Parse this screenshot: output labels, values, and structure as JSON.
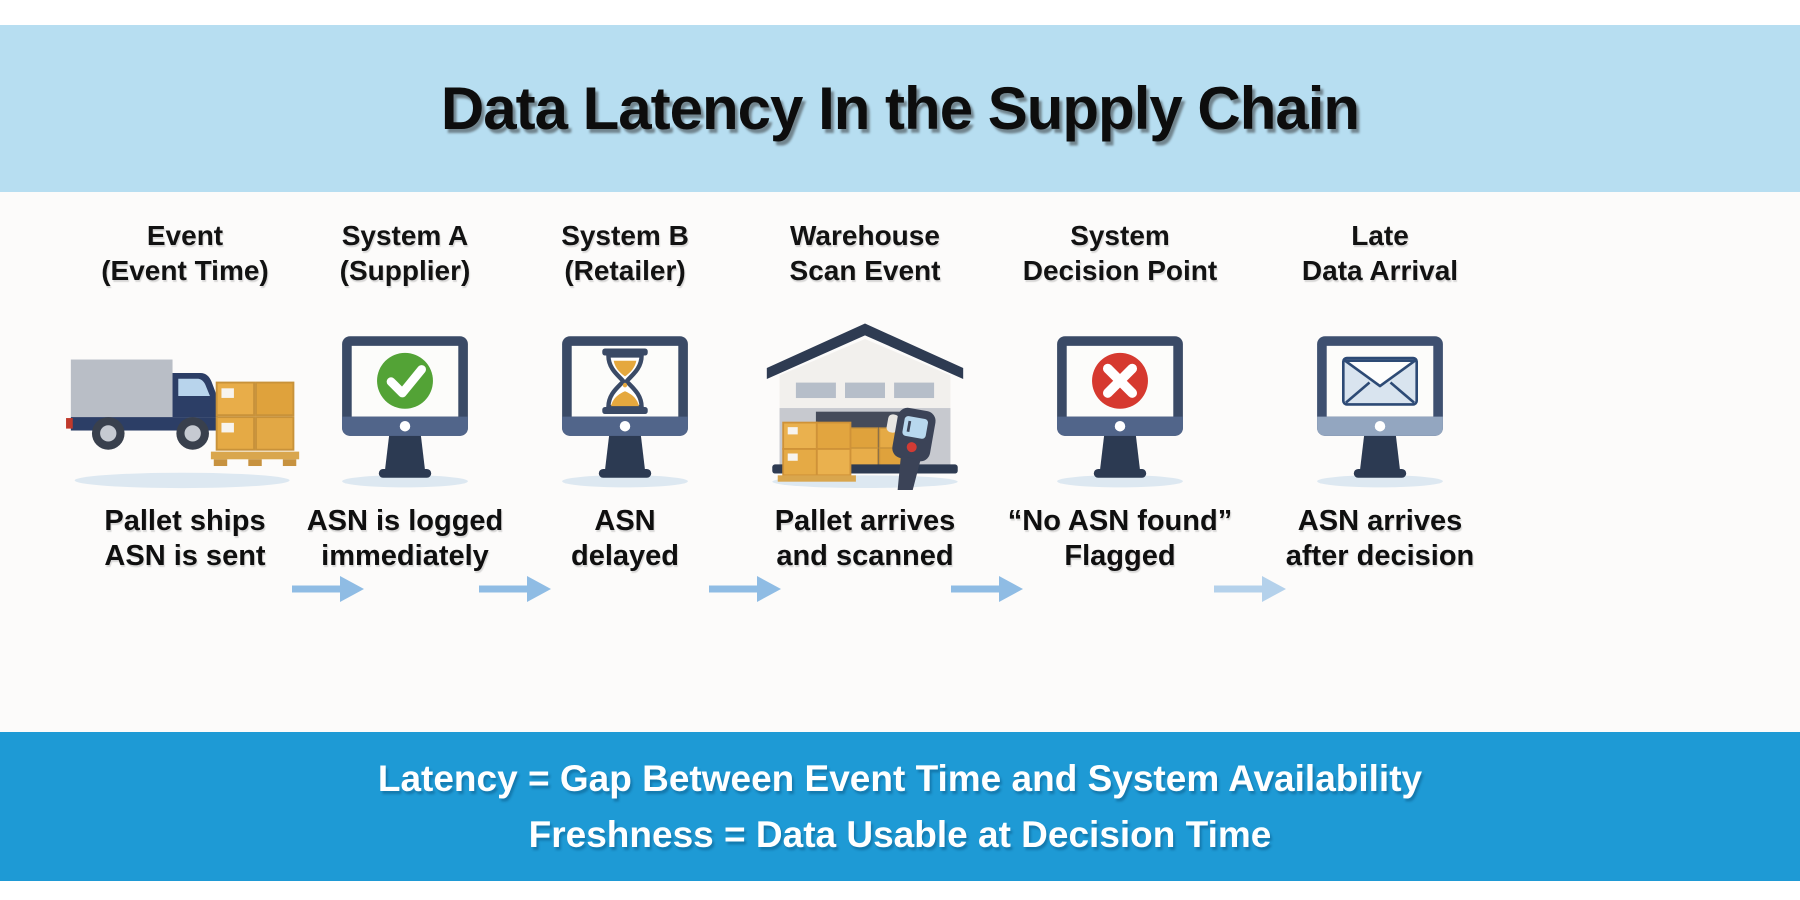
{
  "title": "Data Latency In the Supply Chain",
  "stages": [
    {
      "icon": "truck-pallet-icon",
      "header_line1": "Event",
      "header_line2": "(Event Time)",
      "caption_line1": "Pallet ships",
      "caption_line2": "ASN is sent"
    },
    {
      "icon": "monitor-check-icon",
      "header_line1": "System A",
      "header_line2": "(Supplier)",
      "caption_line1": "ASN is logged",
      "caption_line2": "immediately"
    },
    {
      "icon": "monitor-hourglass-icon",
      "header_line1": "System B",
      "header_line2": "(Retailer)",
      "caption_line1": "ASN",
      "caption_line2": "delayed"
    },
    {
      "icon": "warehouse-scanner-icon",
      "header_line1": "Warehouse",
      "header_line2": "Scan Event",
      "caption_line1": "Pallet arrives",
      "caption_line2": "and scanned"
    },
    {
      "icon": "monitor-error-icon",
      "header_line1": "System",
      "header_line2": "Decision Point",
      "caption_line1": "“No ASN found”",
      "caption_line2": "Flagged"
    },
    {
      "icon": "monitor-mail-icon",
      "header_line1": "Late",
      "header_line2": "Data Arrival",
      "caption_line1": "ASN arrives",
      "caption_line2": "after decision"
    }
  ],
  "footer": {
    "line1": "Latency = Gap Between Event Time and System Availability",
    "line2": "Freshness = Data Usable at Decision Time"
  },
  "colors": {
    "header_bg": "#b7def1",
    "footer_bg": "#1e9ad5",
    "canvas_bg": "#fcfbfa",
    "arrow_blue": "#8fbce4",
    "monitor_navy": "#3a4a66",
    "check_green": "#53a336",
    "error_red": "#d6392f",
    "sand_amber": "#e5a83e",
    "box_amber": "#e8ad49",
    "text_dark": "#0d0d0d",
    "footer_text": "#ffffff"
  }
}
